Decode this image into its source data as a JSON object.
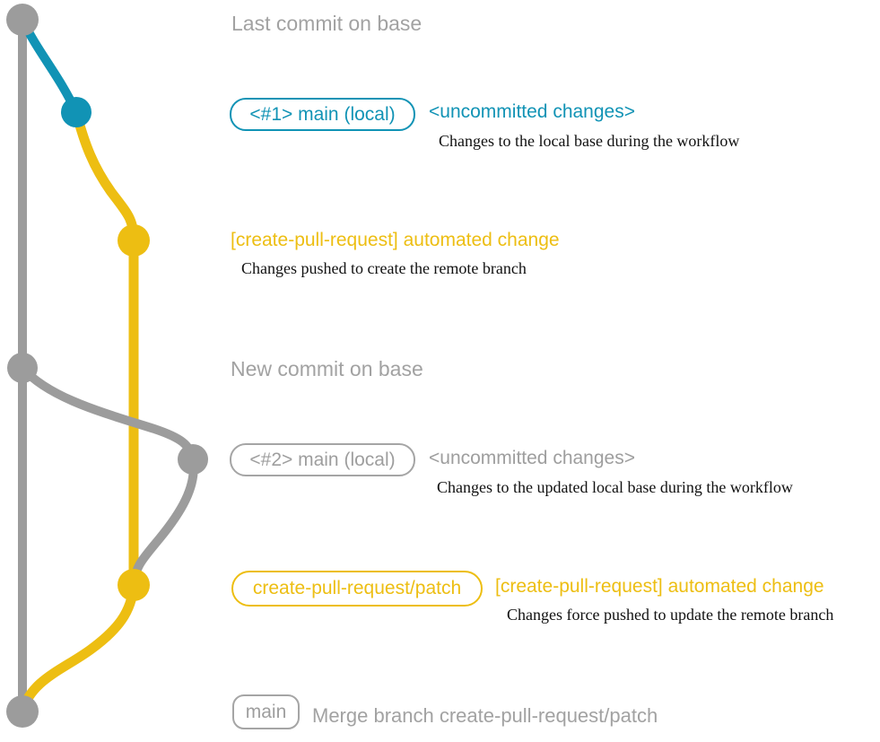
{
  "colors": {
    "teal": "#1193b5",
    "yellow": "#edbe12",
    "gray": "#9c9c9c",
    "gray_text": "#a2a2a2",
    "note_black": "#111111"
  },
  "graph": {
    "branches": [
      "base",
      "main-local",
      "create-pull-request-patch"
    ],
    "commit_dot_names": [
      "last-commit-on-base",
      "uncommitted-changes-1",
      "automated-change-1",
      "new-commit-on-base",
      "uncommitted-changes-2",
      "automated-change-2",
      "merge-commit"
    ]
  },
  "annotations": {
    "last_commit_heading": "Last commit on base",
    "row1": {
      "badge": "<#1> main (local)",
      "title": "<uncommitted changes>",
      "desc": "Changes to the local base during the workflow"
    },
    "row2": {
      "title": "[create-pull-request] automated change",
      "desc": "Changes pushed to create the remote branch"
    },
    "new_commit_heading": "New commit on base",
    "row3": {
      "badge": "<#2> main (local)",
      "title": "<uncommitted changes>",
      "desc": "Changes to the updated local base during the workflow"
    },
    "row4": {
      "badge": "create-pull-request/patch",
      "title": "[create-pull-request] automated change",
      "desc": "Changes force pushed to update the remote branch"
    },
    "row5": {
      "badge": "main",
      "title": "Merge branch create-pull-request/patch"
    }
  }
}
